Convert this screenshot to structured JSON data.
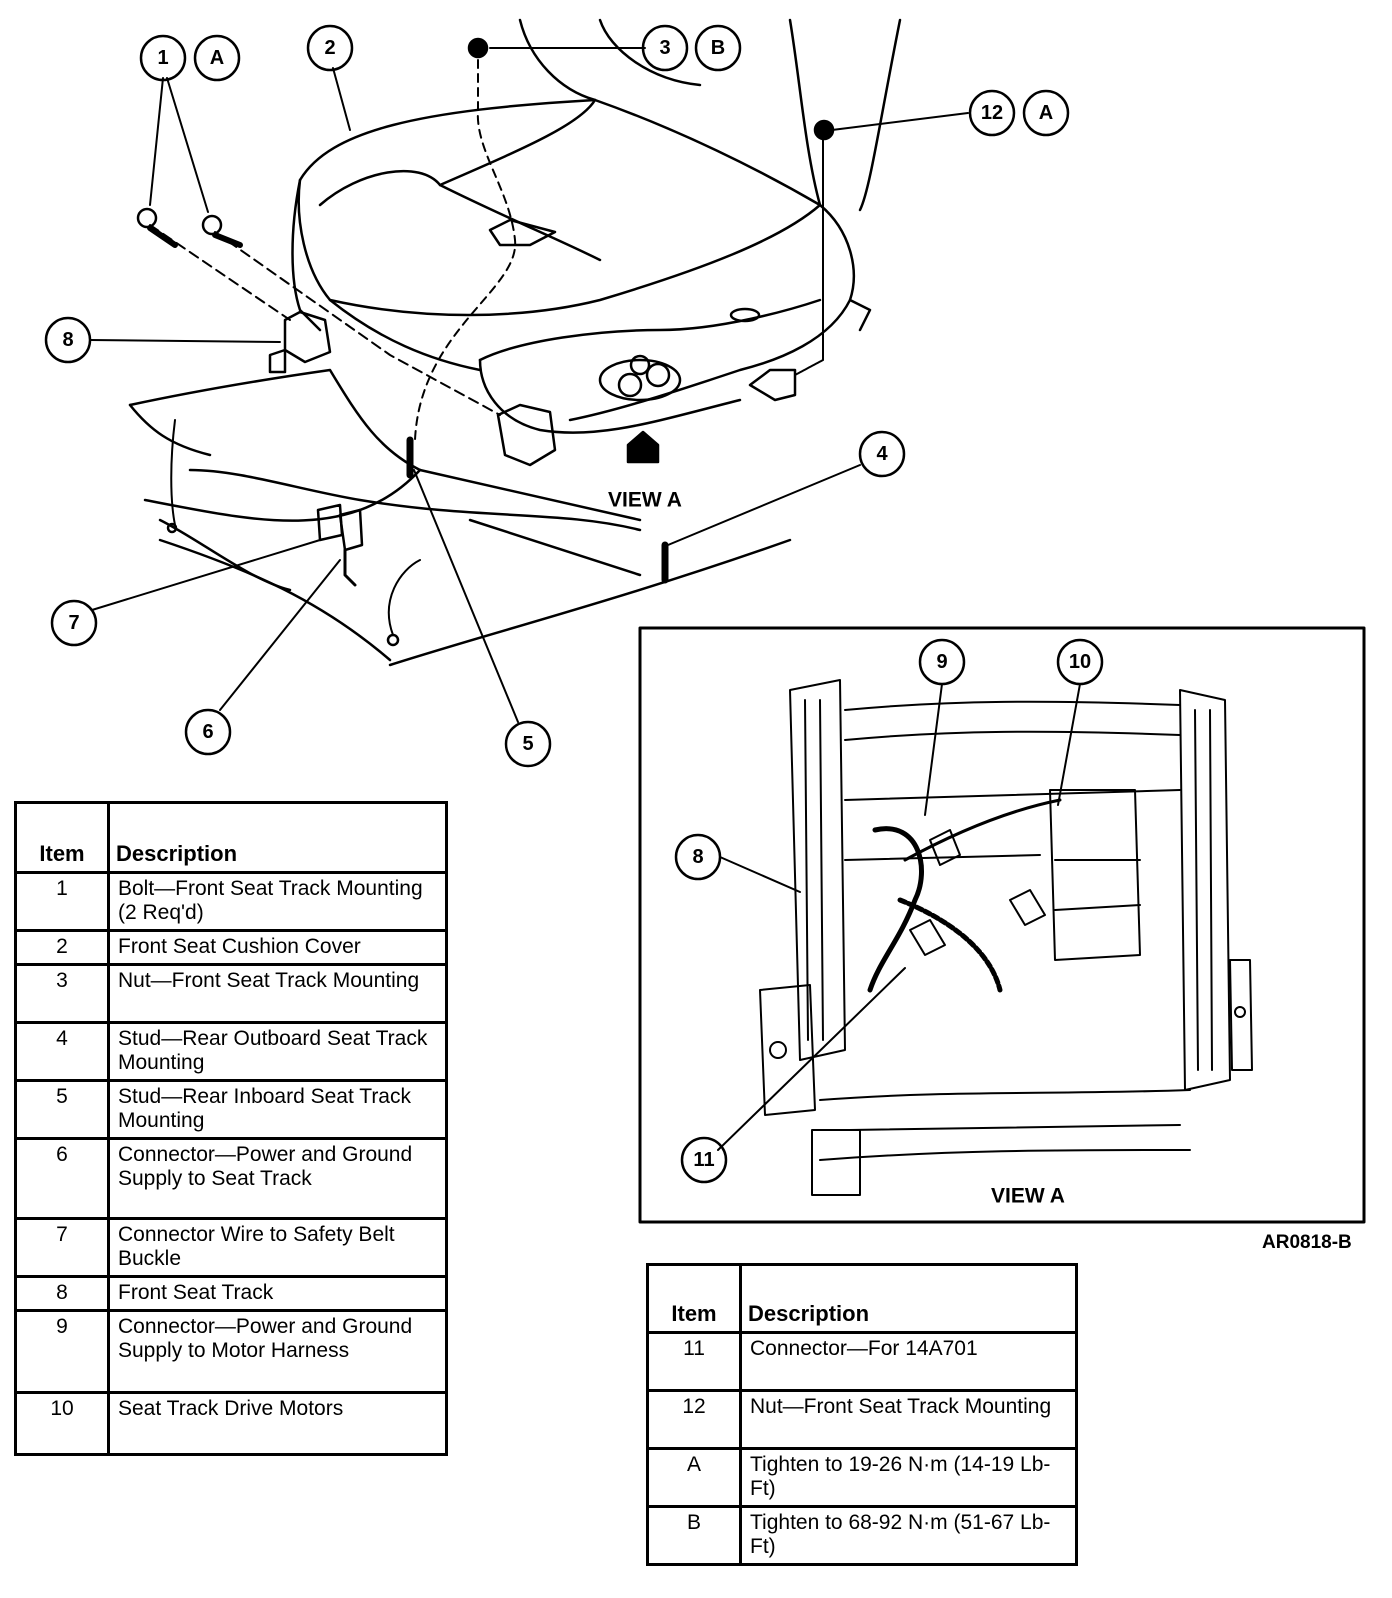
{
  "callouts": {
    "c1": "1",
    "c2": "2",
    "c3": "3",
    "c4": "4",
    "c5": "5",
    "c6": "6",
    "c7": "7",
    "c8": "8",
    "c8b": "8",
    "c9": "9",
    "c10": "10",
    "c11": "11",
    "c12": "12",
    "cA1": "A",
    "cB": "B",
    "cA2": "A"
  },
  "view_label_main": "VIEW A",
  "view_label_inset": "VIEW A",
  "figure_code": "AR0818-B",
  "legend_left": {
    "header_item": "Item",
    "header_desc": "Description",
    "rows": [
      {
        "item": "1",
        "desc": "Bolt—Front Seat Track Mounting (2 Req'd)"
      },
      {
        "item": "2",
        "desc": "Front Seat Cushion Cover"
      },
      {
        "item": "3",
        "desc": "Nut—Front Seat Track Mounting"
      },
      {
        "item": "4",
        "desc": "Stud—Rear Outboard Seat Track Mounting"
      },
      {
        "item": "5",
        "desc": "Stud—Rear Inboard Seat Track Mounting"
      },
      {
        "item": "6",
        "desc": "Connector—Power and Ground Supply to Seat Track"
      },
      {
        "item": "7",
        "desc": "Connector Wire to Safety Belt Buckle"
      },
      {
        "item": "8",
        "desc": "Front Seat Track"
      },
      {
        "item": "9",
        "desc": "Connector—Power and Ground Supply to Motor Harness"
      },
      {
        "item": "10",
        "desc": "Seat Track Drive Motors"
      }
    ]
  },
  "legend_right": {
    "header_item": "Item",
    "header_desc": "Description",
    "rows": [
      {
        "item": "11",
        "desc": "Connector—For 14A701"
      },
      {
        "item": "12",
        "desc": "Nut—Front Seat Track Mounting"
      },
      {
        "item": "A",
        "desc": "Tighten to 19-26 N·m (14-19 Lb-Ft)"
      },
      {
        "item": "B",
        "desc": "Tighten to 68-92 N·m (51-67 Lb-Ft)"
      }
    ]
  }
}
